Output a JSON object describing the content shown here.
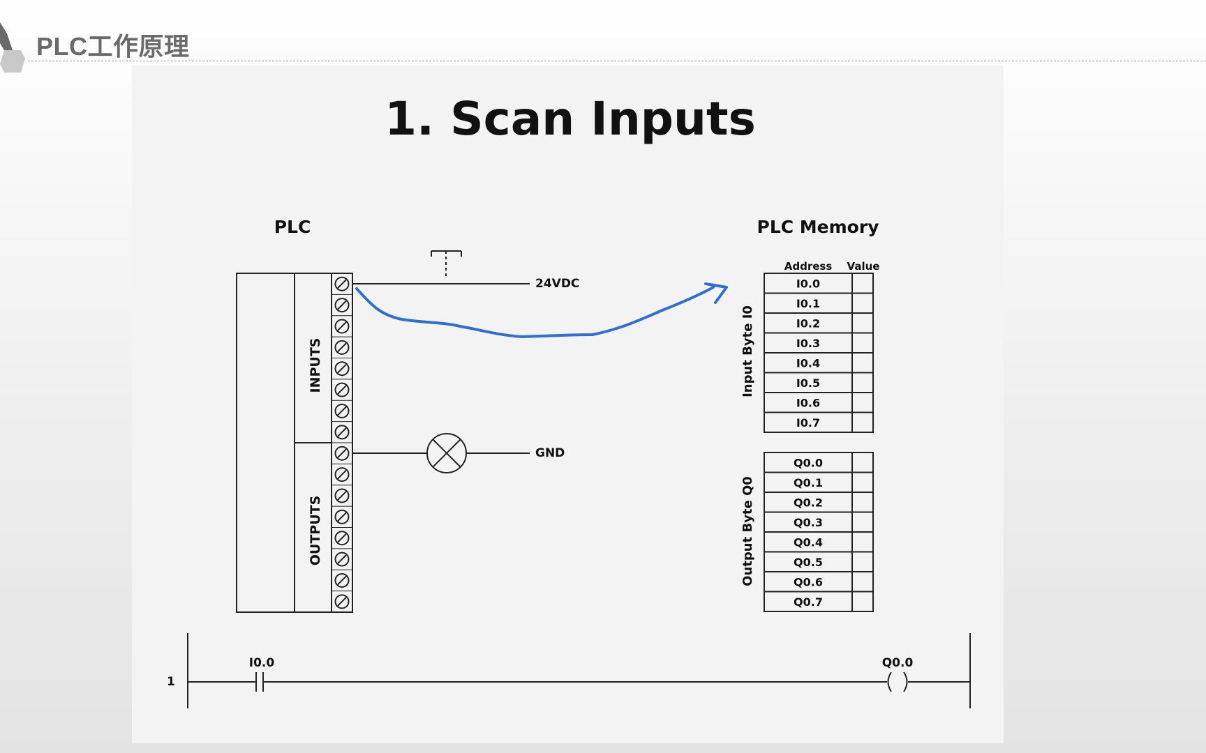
{
  "slide": {
    "title": "PLC工作原理"
  },
  "diagram": {
    "title": "1. Scan Inputs",
    "plc_label": "PLC",
    "inputs_label": "INPUTS",
    "outputs_label": "OUTPUTS",
    "supply_label": "24VDC",
    "ground_label": "GND",
    "memory_title": "PLC Memory",
    "address_header": "Address",
    "value_header": "Value",
    "input_byte_label": "Input Byte I0",
    "output_byte_label": "Output Byte Q0",
    "input_addresses": [
      "I0.0",
      "I0.1",
      "I0.2",
      "I0.3",
      "I0.4",
      "I0.5",
      "I0.6",
      "I0.7"
    ],
    "output_addresses": [
      "Q0.0",
      "Q0.1",
      "Q0.2",
      "Q0.3",
      "Q0.4",
      "Q0.5",
      "Q0.6",
      "Q0.7"
    ],
    "input_values": [
      "",
      "",
      "",
      "",
      "",
      "",
      "",
      ""
    ],
    "output_values": [
      "",
      "",
      "",
      "",
      "",
      "",
      "",
      ""
    ],
    "terminal_count": 16,
    "ladder": {
      "rung_number": "1",
      "contact_label": "I0.0",
      "coil_label": "Q0.0"
    },
    "arrow_color": "#2f6fd1"
  }
}
